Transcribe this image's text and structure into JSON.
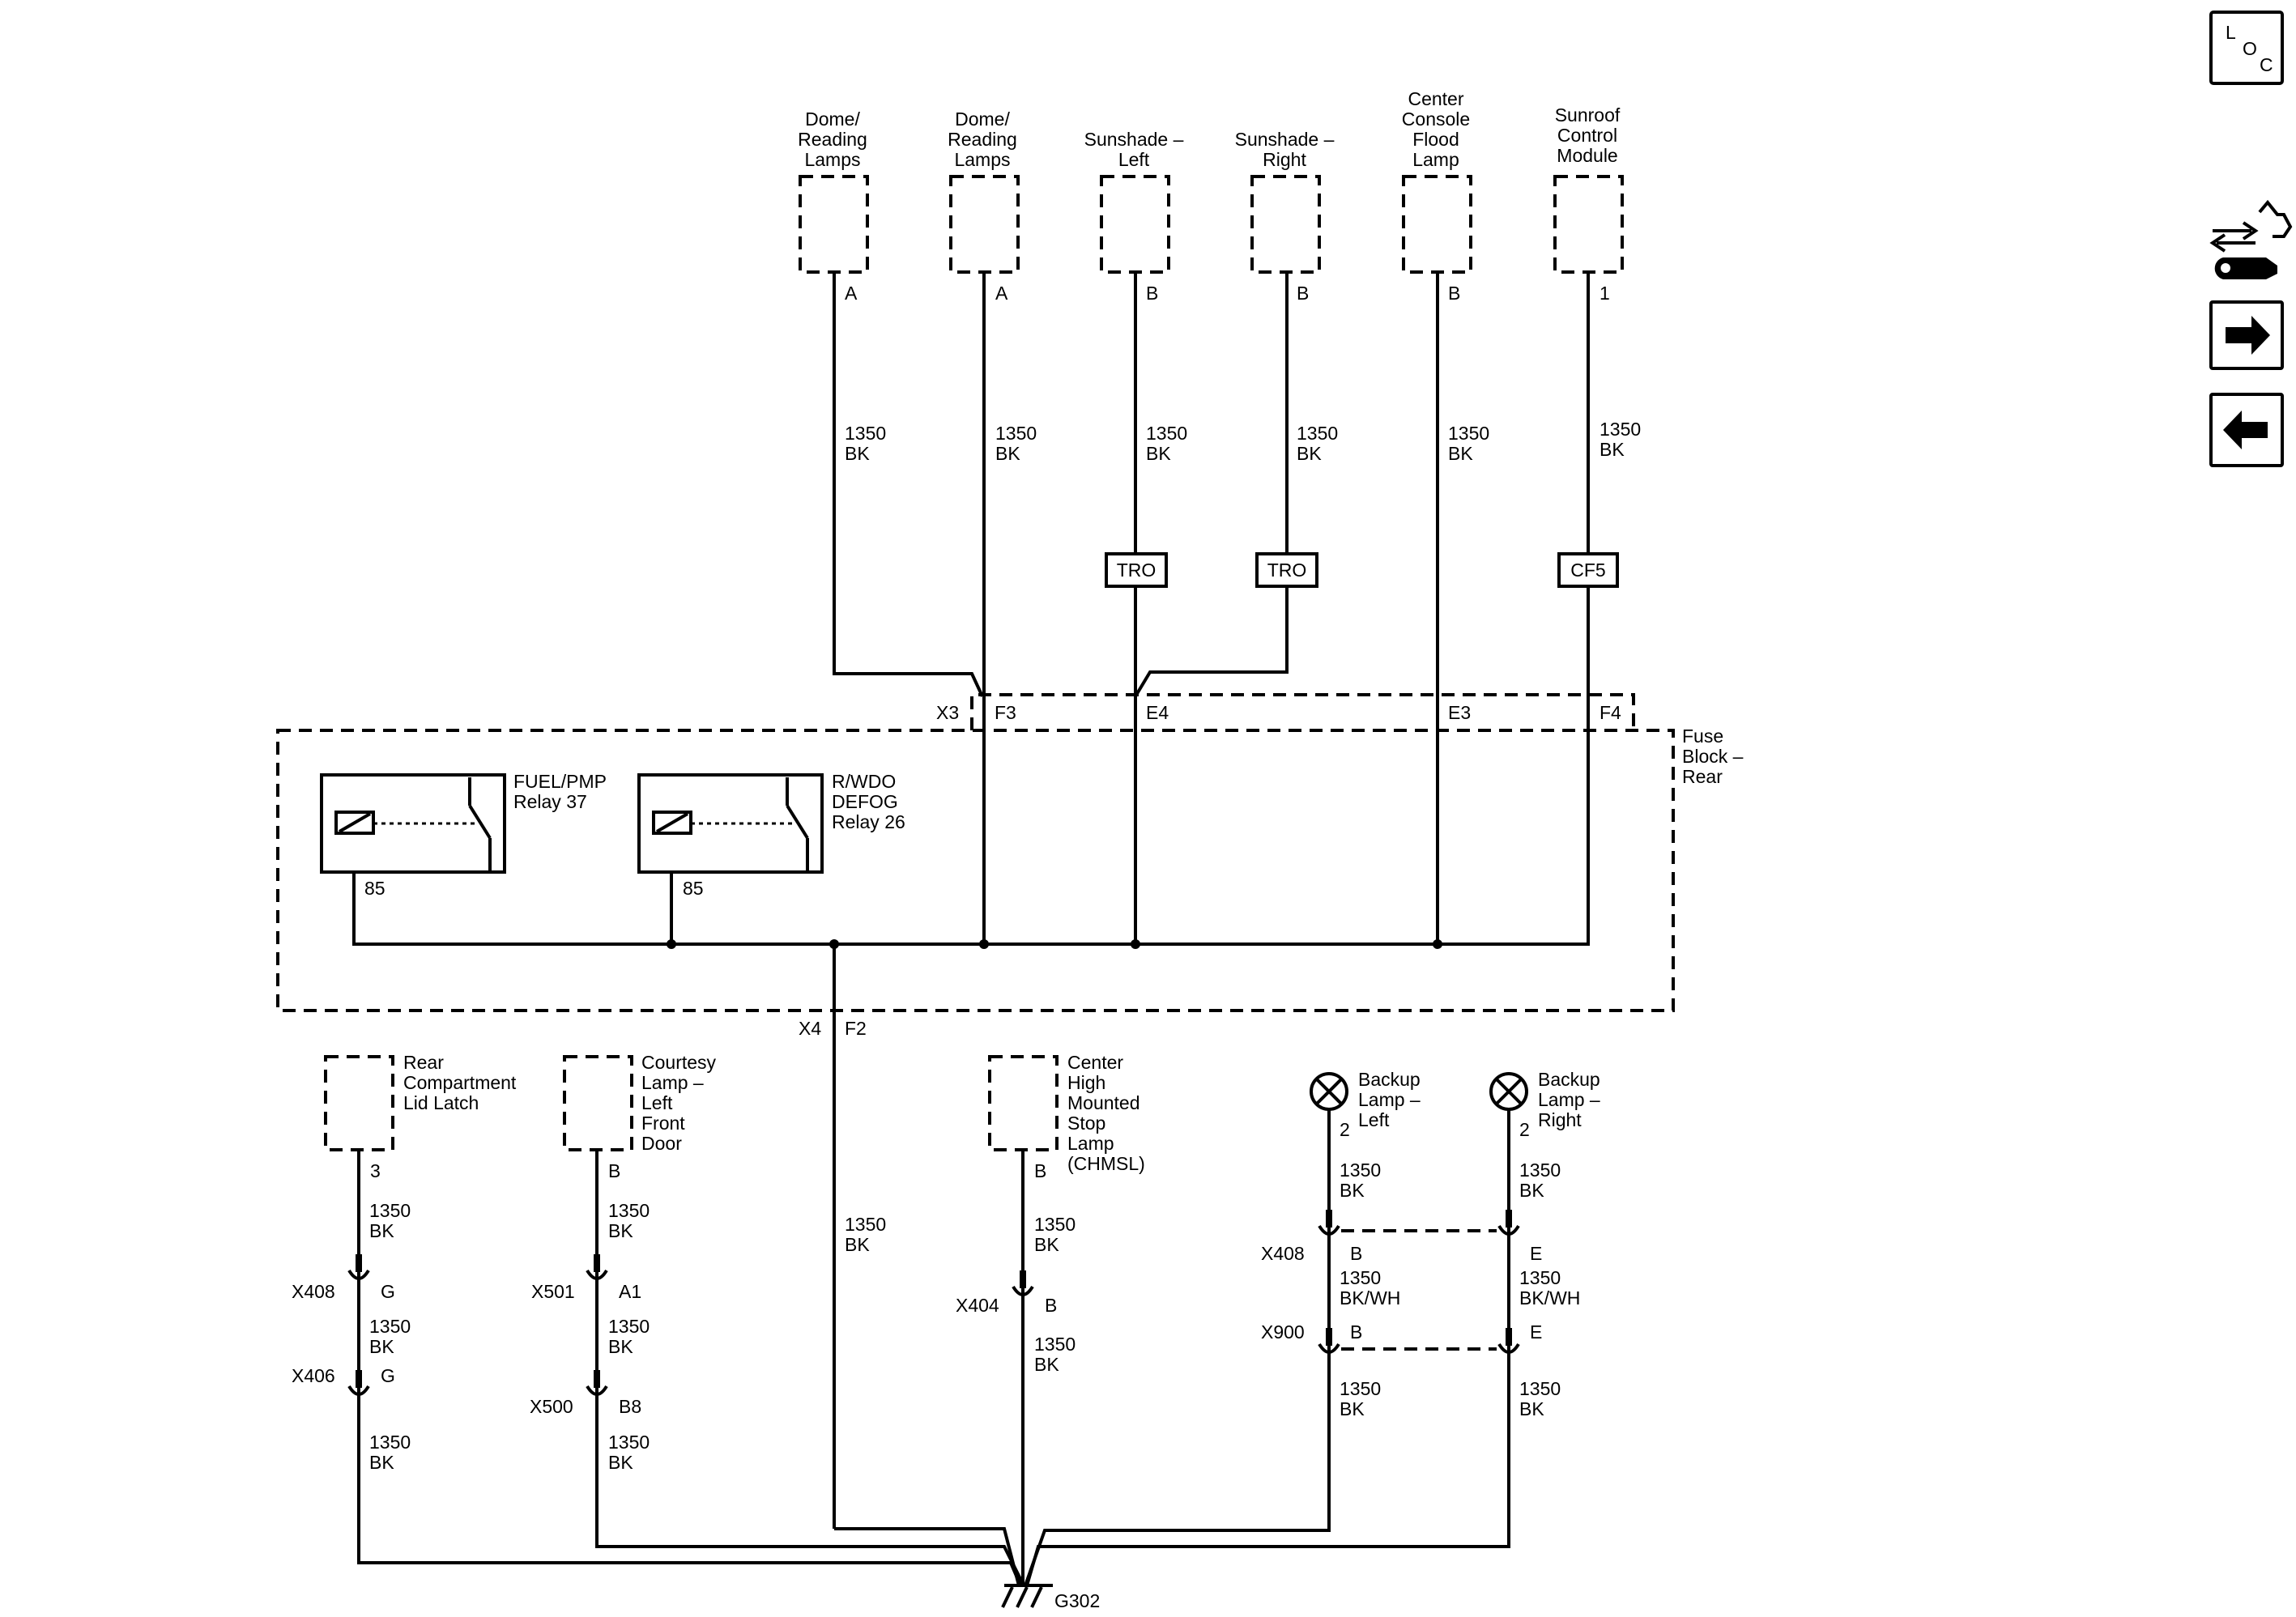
{
  "components": {
    "dome_lamp_1": "Dome/|Reading|Lamps",
    "dome_lamp_2": "Dome/|Reading|Lamps",
    "sunshade_left": "Sunshade –|Left",
    "sunshade_right": "Sunshade –|Right",
    "console_flood": "Center|Console|Flood|Lamp",
    "sunroof_module": "Sunroof|Control|Module",
    "fuse_block": "Fuse|Block –|Rear",
    "fuel_relay": "FUEL/PMP|Relay 37",
    "defog_relay": "R/WDO|DEFOG|Relay 26",
    "rear_latch": "Rear|Compartment|Lid Latch",
    "courtesy_lamp": "Courtesy|Lamp –|Left|Front|Door",
    "chmsl": "Center|High|Mounted|Stop|Lamp|(CHMSL)",
    "backup_left": "Backup|Lamp –|Left",
    "backup_right": "Backup|Lamp –|Right"
  },
  "pins": {
    "dome1": "A",
    "dome2": "A",
    "shade_l": "B",
    "shade_r": "B",
    "flood": "B",
    "sunroof": "1",
    "relay1": "85",
    "relay2": "85",
    "latch": "3",
    "courtesy": "B",
    "chmsl": "B",
    "backup_l": "2",
    "backup_r": "2"
  },
  "fuse_connectors": {
    "x3": "X3",
    "f3": "F3",
    "e4": "E4",
    "e3": "E3",
    "f4": "F4",
    "x4": "X4",
    "f2": "F2"
  },
  "splices": {
    "tro1": "TRO",
    "tro2": "TRO",
    "cf5": "CF5"
  },
  "inline_connectors": {
    "x408_a": "X408",
    "x408_a_pin": "G",
    "x406": "X406",
    "x406_pin": "G",
    "x501": "X501",
    "x501_pin": "A1",
    "x500": "X500",
    "x500_pin": "B8",
    "x404": "X404",
    "x404_pin": "B",
    "x408_b": "X408",
    "x408_b_pin_l": "B",
    "x408_b_pin_r": "E",
    "x900": "X900",
    "x900_pin_l": "B",
    "x900_pin_r": "E"
  },
  "wire_labels": {
    "w_dome1": "1350|BK",
    "w_dome2": "1350|BK",
    "w_shade_l": "1350|BK",
    "w_shade_r": "1350|BK",
    "w_flood": "1350|BK",
    "w_sunroof": "1350|BK",
    "w_ground_main": "1350|BK",
    "w_latch_1": "1350|BK",
    "w_latch_2": "1350|BK",
    "w_latch_3": "1350|BK",
    "w_courtesy_1": "1350|BK",
    "w_courtesy_2": "1350|BK",
    "w_courtesy_3": "1350|BK",
    "w_chmsl_1": "1350|BK",
    "w_chmsl_2": "1350|BK",
    "w_backup_l_1": "1350|BK",
    "w_backup_l_2": "1350|BK/WH",
    "w_backup_l_3": "1350|BK",
    "w_backup_r_1": "1350|BK",
    "w_backup_r_2": "1350|BK/WH",
    "w_backup_r_3": "1350|BK"
  },
  "ground": "G302",
  "nav": {
    "loc_letters": [
      "L",
      "O",
      "C"
    ],
    "icons": [
      "loc-icon",
      "connector-tool-icon",
      "arrow-right-icon",
      "arrow-left-icon"
    ]
  }
}
